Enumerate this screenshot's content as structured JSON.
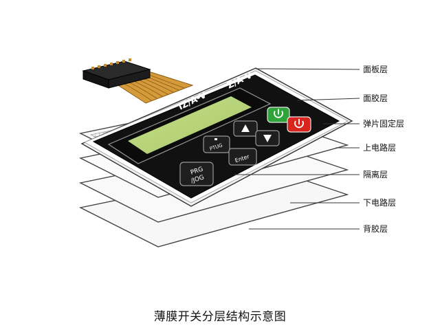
{
  "layers": [
    {
      "label": "面板层"
    },
    {
      "label": "面胶层"
    },
    {
      "label": "弹片固定层"
    },
    {
      "label": "上电路层"
    },
    {
      "label": "隔离层"
    },
    {
      "label": "下电路层"
    },
    {
      "label": "背胶层"
    }
  ],
  "panel": {
    "label_left": "IZ/A-V",
    "label_right": "Z/A-V",
    "keys": {
      "prg_line1": "PRG",
      "prg_line2": "/JOG",
      "ptug": "PTUG",
      "enter": "Enter"
    }
  },
  "caption": "薄膜开关分层结构示意图",
  "colors": {
    "panel_black": "#111111",
    "display_green": "#b9d67c",
    "run_button": "#2ea43a",
    "stop_button": "#d8261e",
    "ribbon": "#c98b2a",
    "connector": "#222222"
  },
  "icons": {
    "run": "power-icon",
    "stop": "power-icon",
    "up": "triangle-up-icon",
    "down": "triangle-down-icon"
  }
}
